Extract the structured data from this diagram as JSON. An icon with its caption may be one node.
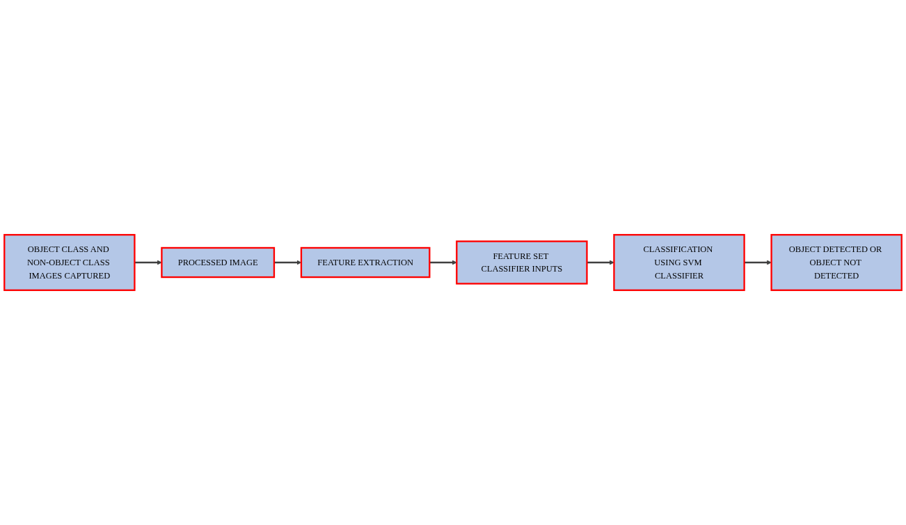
{
  "diagram": {
    "nodes": [
      {
        "text": [
          "OBJECT CLASS AND NON-OBJECT CLASS IMAGES CAPTURED"
        ]
      },
      {
        "text": [
          "PROCESSED IMAGE"
        ]
      },
      {
        "text": [
          "FEATURE EXTRACTION"
        ]
      },
      {
        "text": [
          "FEATURE SET CLASSIFIER INPUTS"
        ]
      },
      {
        "text": [
          "CLASSIFICATION USING SVM CLASSIFIER"
        ]
      },
      {
        "text": [
          "OBJECT DETECTED OR OBJECT NOT DETECTED"
        ]
      }
    ],
    "edges": [
      {
        "from": 0,
        "to": 1,
        "arrow": "to"
      },
      {
        "from": 1,
        "to": 2,
        "arrow": "to"
      },
      {
        "from": 2,
        "to": 3,
        "arrow": "to"
      },
      {
        "from": 3,
        "to": 4,
        "arrow": "to"
      },
      {
        "from": 4,
        "to": 5,
        "arrow": "to"
      }
    ]
  }
}
